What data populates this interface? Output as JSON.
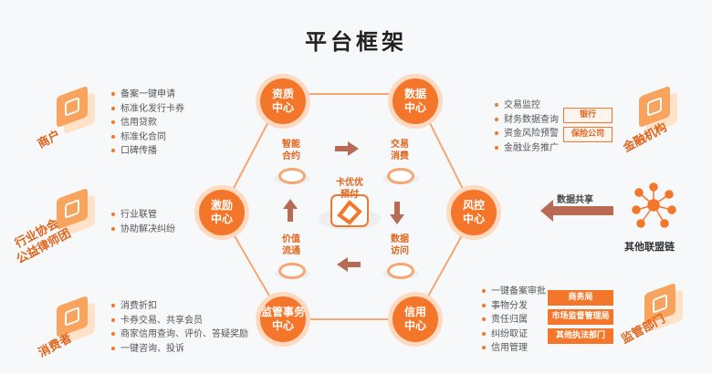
{
  "title": "平台框架",
  "nodes": {
    "top_left": "资质\n中心",
    "top_right": "数据\n中心",
    "left": "激励\n中心",
    "right": "风控\n中心",
    "bottom_left": "监管事务\n中心",
    "bottom_right": "信用\n中心"
  },
  "inner_flow": {
    "smart_contract": "智能\n合约",
    "trade_consume": "交易\n消费",
    "data_access": "数据\n访问",
    "value_circulate": "价值\n流通"
  },
  "center": {
    "label": "卡优优\n预付"
  },
  "merchant": {
    "title": "商户",
    "items": [
      "备案一键申请",
      "标准化发行卡券",
      "信用贷款",
      "标准化合同",
      "口碑传播"
    ]
  },
  "industry": {
    "title": "行业协会\n公益律师团",
    "items": [
      "行业联管",
      "协助解决纠纷"
    ]
  },
  "consumer": {
    "title": "消费者",
    "items": [
      "消费折扣",
      "卡券交易、共享会员",
      "商家信用查询、评价、答疑奖励",
      "一键咨询、投诉"
    ]
  },
  "finance": {
    "title": "金融机构",
    "items": [
      "交易监控",
      "财务数据查询",
      "资金风险预警",
      "金融业务推广"
    ],
    "tags": [
      "银行",
      "保险公司"
    ]
  },
  "alliance": {
    "title": "其他联盟链",
    "share_label": "数据共享"
  },
  "regulator": {
    "title": "监管部门",
    "items": [
      "一键备案审批",
      "事物分发",
      "责任归属",
      "纠纷取证",
      "信用管理"
    ],
    "tags": [
      "商务局",
      "市场监督管理局",
      "其他执法部门"
    ]
  },
  "colors": {
    "accent": "#f3762a",
    "ring": "#ffd9c0",
    "arrow": "#b86a52"
  }
}
